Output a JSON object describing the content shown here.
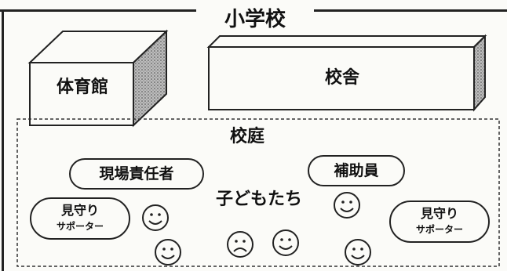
{
  "title": "小学校",
  "buildings": {
    "gym": "体育館",
    "school_building": "校舎"
  },
  "yard": {
    "label": "校庭",
    "children": "子どもたち"
  },
  "roles": {
    "site_leader": "現場責任者",
    "assistant": "補助員",
    "watch_left": {
      "line1": "見守り",
      "line2": "サポーター"
    },
    "watch_right": {
      "line1": "見守り",
      "line2": "サポーター"
    }
  },
  "faces": [
    {
      "name": "smiley-face-icon",
      "mood": "happy"
    },
    {
      "name": "smiley-face-icon",
      "mood": "happy"
    },
    {
      "name": "sad-face-icon",
      "mood": "sad"
    },
    {
      "name": "smiley-face-icon",
      "mood": "happy"
    },
    {
      "name": "smiley-face-icon",
      "mood": "happy"
    },
    {
      "name": "smiley-face-icon",
      "mood": "happy"
    }
  ]
}
